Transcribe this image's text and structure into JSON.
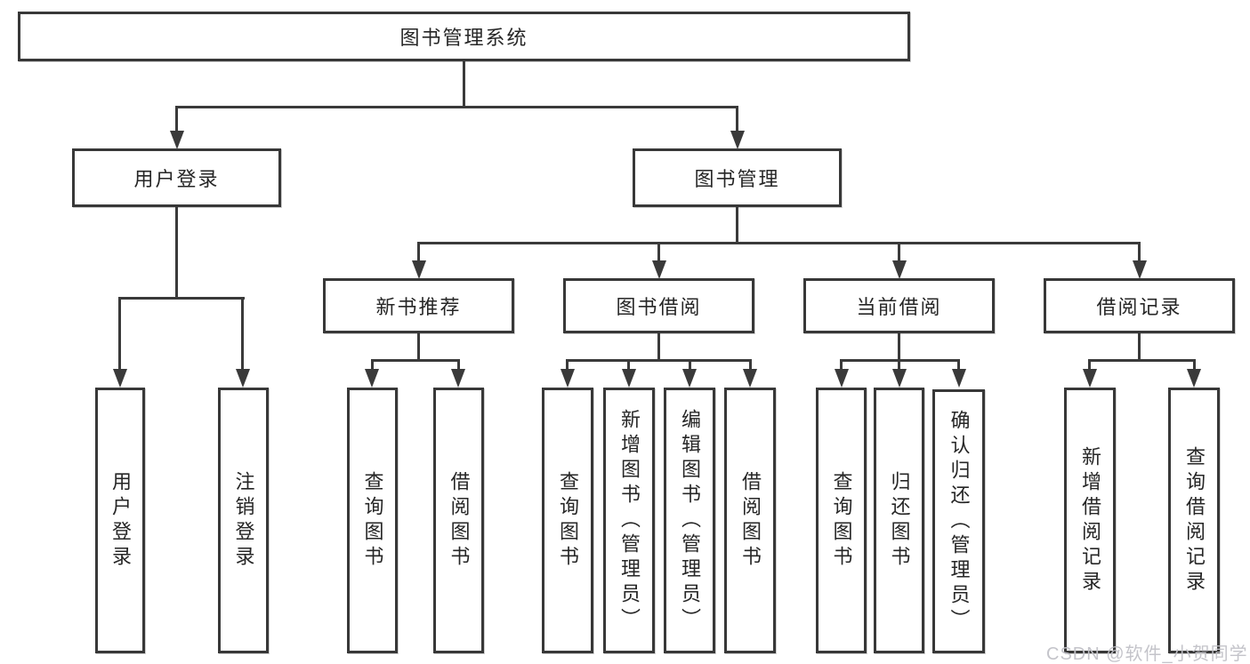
{
  "tree": {
    "label": "图书管理系统",
    "children": [
      {
        "label": "用户登录",
        "children": [
          {
            "label": "用户登录"
          },
          {
            "label": "注销登录"
          }
        ]
      },
      {
        "label": "图书管理",
        "children": [
          {
            "label": "新书推荐",
            "children": [
              {
                "label": "查询图书"
              },
              {
                "label": "借阅图书"
              }
            ]
          },
          {
            "label": "图书借阅",
            "children": [
              {
                "label": "查询图书"
              },
              {
                "label": "新增图书（管理员）"
              },
              {
                "label": "编辑图书（管理员）"
              },
              {
                "label": "借阅图书"
              }
            ]
          },
          {
            "label": "当前借阅",
            "children": [
              {
                "label": "查询图书"
              },
              {
                "label": "归还图书"
              },
              {
                "label": "确认归还（管理员）"
              }
            ]
          },
          {
            "label": "借阅记录",
            "children": [
              {
                "label": "新增借阅记录"
              },
              {
                "label": "查询借阅记录"
              }
            ]
          }
        ]
      }
    ]
  },
  "watermark": "CSDN @软件_小贺同学",
  "colors": {
    "line": "#3a3a3a",
    "box_border": "#383838",
    "text": "#262626",
    "watermark": "#c1c1c7",
    "background": "#ffffff"
  }
}
